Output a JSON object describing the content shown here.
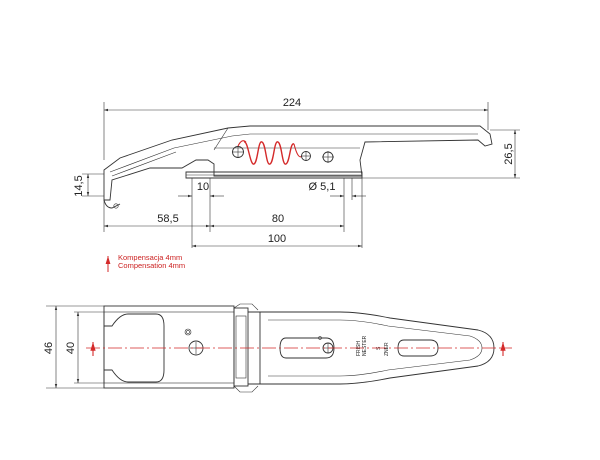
{
  "side_view": {
    "dimensions": {
      "overall_length": "224",
      "height": "26,5",
      "hook_height": "14,5",
      "gap": "10",
      "hole_diameter": "Ø 5,1",
      "offset": "58,5",
      "hole_spacing": "80",
      "base_length": "100"
    },
    "notes": {
      "compensation_pl": "Kompensacja 4mm",
      "compensation_en": "Compensation 4mm"
    }
  },
  "top_view": {
    "dimensions": {
      "outer_width": "46",
      "inner_width": "40"
    },
    "stamp_lines": [
      "FRISH",
      "NESTER"
    ],
    "stamp2_lines": [
      "S",
      "ZNER"
    ]
  },
  "colors": {
    "line": "#333333",
    "accent": "#d42a2a"
  }
}
